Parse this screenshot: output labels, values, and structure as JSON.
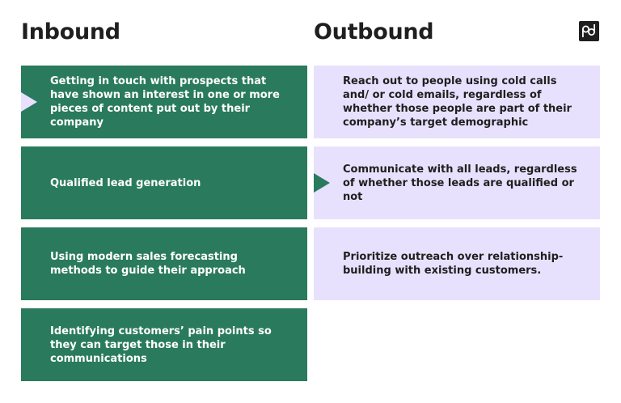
{
  "inbound": {
    "title": "Inbound",
    "items": [
      "Getting in touch with prospects that have shown an interest in one or more pieces of content put out by their company",
      "Qualified lead generation",
      "Using modern sales forecasting methods to guide their approach",
      "Identifying customers’ pain points so they can target those in their communications"
    ]
  },
  "outbound": {
    "title": "Outbound",
    "items": [
      "Reach out to people using cold calls and/ or cold emails, regardless of whether those people are part of their company’s target demographic",
      "Communicate with all leads, regardless of whether those leads are qualified or not",
      "Prioritize outreach over relationship-building with existing customers."
    ]
  },
  "logo": {
    "icon": "pipedrive-logo-icon"
  },
  "colors": {
    "inbound_card": "#2a7a5e",
    "outbound_card": "#e8e1fd",
    "heading_text": "#1f1f1f",
    "logo_bg": "#1f1f1f"
  }
}
